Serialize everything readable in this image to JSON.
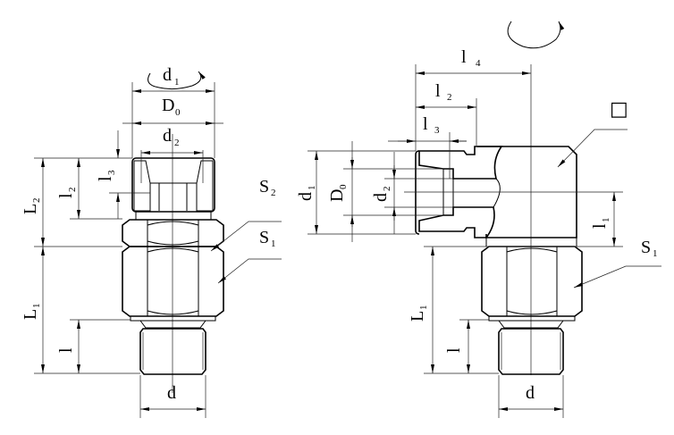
{
  "left_view": {
    "labels": {
      "d1": "d",
      "d1_sub": "1",
      "D0": "D",
      "D0_sub": "0",
      "d2": "d",
      "d2_sub": "2",
      "L2": "L",
      "L2_sub": "2",
      "l2": "l",
      "l2_sub": "2",
      "l3": "l",
      "l3_sub": "3",
      "L1": "L",
      "L1_sub": "1",
      "l": "l",
      "d": "d",
      "S2": "S",
      "S2_sub": "2",
      "S1": "S",
      "S1_sub": "1"
    }
  },
  "right_view": {
    "labels": {
      "l4": "l",
      "l4_sub": "4",
      "l2": "l",
      "l2_sub": "2",
      "l3": "l",
      "l3_sub": "3",
      "d1": "d",
      "d1_sub": "1",
      "D0": "D",
      "D0_sub": "0",
      "d2": "d",
      "d2_sub": "2",
      "l1": "l",
      "l1_sub": "1",
      "L1": "L",
      "L1_sub": "1",
      "l": "l",
      "d": "d",
      "S1": "S",
      "S1_sub": "1",
      "square": "□"
    }
  }
}
